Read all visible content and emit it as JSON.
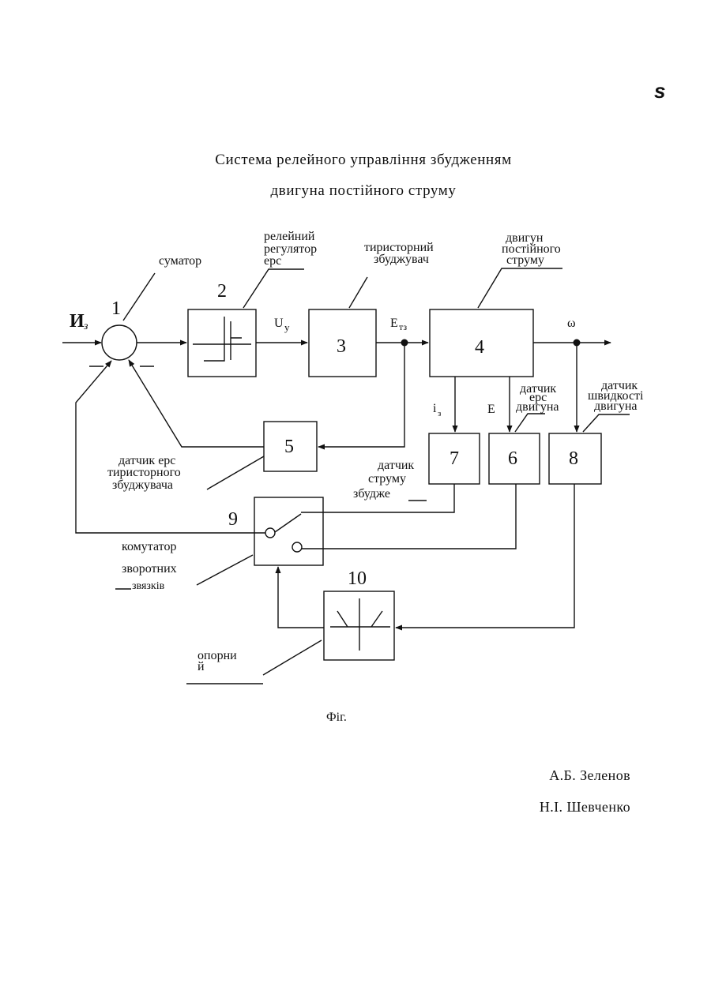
{
  "page_mark": "s",
  "title": {
    "line1": "Система релейного управління збудженням",
    "line2": "двигуна постійного струму"
  },
  "blocks": {
    "b1": "1",
    "b2": "2",
    "b3": "3",
    "b4": "4",
    "b5": "5",
    "b6": "6",
    "b7": "7",
    "b8": "8",
    "b9": "9",
    "b10": "10"
  },
  "labels": {
    "input": "И",
    "input_sub": "з",
    "summator": "суматор",
    "relay_l1": "релейний",
    "relay_l2": "регулятор",
    "relay_l3": "ерс",
    "exciter_l1": "тиристорний",
    "exciter_l2": "збуджувач",
    "motor_l1": "двигун",
    "motor_l2": "постійного",
    "motor_l3": "струму",
    "uy": "U",
    "uy_sub": "у",
    "ets": "E",
    "ets_sub": "тз",
    "omega": "ω",
    "iz": "i",
    "iz_sub": "з",
    "e": "E",
    "emf_sensor_l1": "датчик",
    "emf_sensor_l2": "ерс",
    "emf_sensor_l3": "двигуна",
    "speed_sensor_l1": "датчик",
    "speed_sensor_l2": "швидкості",
    "speed_sensor_l3": "двигуна",
    "exciter_sensor_l1": "датчик ерс",
    "exciter_sensor_l2": "тиристорного",
    "exciter_sensor_l3": "збуджувача",
    "current_sensor_l1": "датчик",
    "current_sensor_l2": "струму",
    "current_sensor_l3": "збудже",
    "switch_l1": "комутатор",
    "switch_l2": "зворотних",
    "switch_l3": "звязків",
    "ref_l1": "опорни",
    "ref_l2": "й"
  },
  "caption": "Фіг.",
  "authors": [
    "А.Б. Зеленов",
    "Н.І. Шевченко"
  ]
}
